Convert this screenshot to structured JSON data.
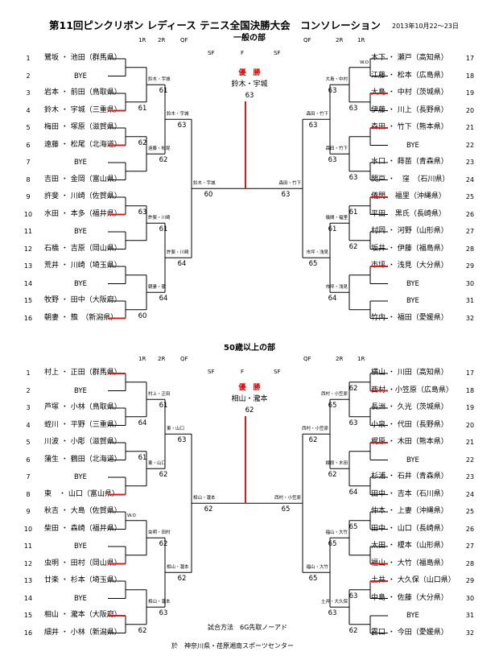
{
  "header": {
    "title": "第11回ピンクリボン レディース テニス全国決勝大会　コンソレーション",
    "date": "2013年10月22～23日"
  },
  "colors": {
    "win": "#d41c1c",
    "line": "#000000"
  },
  "sections": [
    {
      "title": "一般の部",
      "round_labels": {
        "left": [
          "1R",
          "2R",
          "QF"
        ],
        "right": [
          "QF",
          "2R",
          "1R"
        ],
        "center": [
          "SF",
          "F",
          "SF"
        ]
      },
      "left": [
        {
          "seed": "1",
          "name": "鷺坂 ・ 池田（群馬県）"
        },
        {
          "seed": "2",
          "name": "BYE"
        },
        {
          "seed": "3",
          "name": "岩本 ・ 前田（鳥取県）"
        },
        {
          "seed": "4",
          "name": "鈴木 ・ 宇城（三重県）"
        },
        {
          "seed": "5",
          "name": "梅田 ・ 塚原（滋賀県）"
        },
        {
          "seed": "6",
          "name": "遠藤 ・ 松尾（北海道）"
        },
        {
          "seed": "7",
          "name": "BYE"
        },
        {
          "seed": "8",
          "name": "吉田 ・ 金岡（富山県）"
        },
        {
          "seed": "9",
          "name": "許斐 ・ 川崎（佐賀県）"
        },
        {
          "seed": "10",
          "name": "水田 ・ 本多（福井県）"
        },
        {
          "seed": "11",
          "name": "BYE"
        },
        {
          "seed": "12",
          "name": "石橋 ・ 吉原（岡山県）"
        },
        {
          "seed": "13",
          "name": "荒井 ・ 川崎（埼玉県）"
        },
        {
          "seed": "14",
          "name": "BYE"
        },
        {
          "seed": "15",
          "name": "牧野 ・ 田中（大阪府）"
        },
        {
          "seed": "16",
          "name": "朝妻 ・ 籏　（新潟県）"
        }
      ],
      "right": [
        {
          "seed": "17",
          "name": "木下 ・ 瀬戸（高知県）"
        },
        {
          "seed": "18",
          "name": "江藤 ・ 松本（広島県）"
        },
        {
          "seed": "19",
          "name": "大島 ・ 中村（茨城県）"
        },
        {
          "seed": "20",
          "name": "伊藤 ・ 川上（長野県）"
        },
        {
          "seed": "21",
          "name": "森田 ・ 竹下（熊本県）"
        },
        {
          "seed": "22",
          "name": "BYE"
        },
        {
          "seed": "23",
          "name": "水口 ・ 蒔苗（青森県）"
        },
        {
          "seed": "24",
          "name": "関戸 ・　窪　（石川県）"
        },
        {
          "seed": "25",
          "name": "儀間　 福里（沖縄県）"
        },
        {
          "seed": "26",
          "name": "平田　 黒氏（長崎県）"
        },
        {
          "seed": "27",
          "name": "村岡 ・ 河野（山形県）"
        },
        {
          "seed": "28",
          "name": "坂井 ・ 伊藤（福島県）"
        },
        {
          "seed": "29",
          "name": "市坪 ・ 浅見（大分県）"
        },
        {
          "seed": "30",
          "name": "BYE"
        },
        {
          "seed": "31",
          "name": "BYE"
        },
        {
          "seed": "32",
          "name": "竹内 ・ 福田（愛媛県）"
        }
      ],
      "champion_label": "優　勝",
      "champion": "鈴木・宇城",
      "final_score": "63",
      "left_r1": [
        {
          "lb": "",
          "s": ""
        },
        {
          "lb": "",
          "s": "61"
        },
        {
          "lb": "",
          "s": "62"
        },
        {
          "lb": "",
          "s": ""
        },
        {
          "lb": "",
          "s": "63"
        },
        {
          "lb": "",
          "s": ""
        },
        {
          "lb": "",
          "s": ""
        },
        {
          "lb": "",
          "s": "60"
        }
      ],
      "left_r2": [
        {
          "lb": "鈴木・宇城",
          "s": "61"
        },
        {
          "lb": "遠藤・松尾",
          "s": "62"
        },
        {
          "lb": "許斐・川崎",
          "s": "61"
        },
        {
          "lb": "朝妻・籏",
          "s": "64"
        }
      ],
      "left_qf": [
        {
          "lb": "鈴木・宇城",
          "s": "63"
        },
        {
          "lb": "許斐・川崎",
          "s": "64"
        }
      ],
      "left_sf": {
        "lb": "鈴木・宇城",
        "s": "60"
      },
      "right_r1": [
        {
          "lb": "W.O",
          "s": ""
        },
        {
          "lb": "",
          "s": "63"
        },
        {
          "lb": "",
          "s": ""
        },
        {
          "lb": "",
          "s": "63"
        },
        {
          "lb": "",
          "s": "61"
        },
        {
          "lb": "",
          "s": "62"
        },
        {
          "lb": "",
          "s": ""
        },
        {
          "lb": "",
          "s": ""
        }
      ],
      "right_r2": [
        {
          "lb": "大島・中村",
          "s": "63"
        },
        {
          "lb": "森田・竹下",
          "s": "63"
        },
        {
          "lb": "儀間・福里",
          "s": "61"
        },
        {
          "lb": "市坪・浅見",
          "s": "64"
        }
      ],
      "right_qf": [
        {
          "lb": "森田・竹下",
          "s": "63"
        },
        {
          "lb": "市坪・浅見",
          "s": "65"
        }
      ],
      "right_sf": {
        "lb": "森田・竹下",
        "s": "63"
      }
    },
    {
      "title": "50歳以上の部",
      "round_labels": {
        "left": [
          "1R",
          "2R",
          "QF"
        ],
        "right": [
          "QF",
          "2R",
          "1R"
        ],
        "center": [
          "SF",
          "F",
          "SF"
        ]
      },
      "left": [
        {
          "seed": "1",
          "name": "村上 ・ 正田（群馬県）"
        },
        {
          "seed": "2",
          "name": "BYE"
        },
        {
          "seed": "3",
          "name": "芦塚 ・ 小林（鳥取県）"
        },
        {
          "seed": "4",
          "name": "蛭川 ・ 平野（三重県）"
        },
        {
          "seed": "5",
          "name": "川波 ・ 小彫（滋賀県）"
        },
        {
          "seed": "6",
          "name": "蒲生 ・ 鶴田（北海道）"
        },
        {
          "seed": "7",
          "name": "BYE"
        },
        {
          "seed": "8",
          "name": "東　・ 山口（富山県）"
        },
        {
          "seed": "9",
          "name": "秋吉 ・ 大島（佐賀県）"
        },
        {
          "seed": "10",
          "name": "柴田 ・ 森崎（福井県）"
        },
        {
          "seed": "11",
          "name": "BYE"
        },
        {
          "seed": "12",
          "name": "虫明 ・ 田村（岡山県）"
        },
        {
          "seed": "13",
          "name": "廿楽 ・ 杉本（埼玉県）"
        },
        {
          "seed": "14",
          "name": "BYE"
        },
        {
          "seed": "15",
          "name": "相山 ・ 瀧本（大阪府）"
        },
        {
          "seed": "16",
          "name": "細井 ・ 小林（新潟県）"
        }
      ],
      "right": [
        {
          "seed": "17",
          "name": "横山 ・ 川田（高知県）"
        },
        {
          "seed": "18",
          "name": "西村 ・小笠原（広島県）"
        },
        {
          "seed": "19",
          "name": "長洲 ・ 久光（茨城県）"
        },
        {
          "seed": "20",
          "name": "小泉 ・ 代田（長野県）"
        },
        {
          "seed": "21",
          "name": "梶原 ・ 木田（熊本県）"
        },
        {
          "seed": "22",
          "name": "BYE"
        },
        {
          "seed": "23",
          "name": "杉浦 ・ 石井（青森県）"
        },
        {
          "seed": "24",
          "name": "田中 ・ 吉本（石川県）"
        },
        {
          "seed": "25",
          "name": "仲本 ・ 上妻（沖縄県）"
        },
        {
          "seed": "26",
          "name": "田中 ・ 山口（長崎県）"
        },
        {
          "seed": "27",
          "name": "太田 ・ 榎本（山形県）"
        },
        {
          "seed": "28",
          "name": "福山 ・ 大竹（福島県）"
        },
        {
          "seed": "29",
          "name": "土井 ・ 大久保（山口県）"
        },
        {
          "seed": "30",
          "name": "中島 ・ 佐藤（大分県）"
        },
        {
          "seed": "31",
          "name": "BYE"
        },
        {
          "seed": "32",
          "name": "露口 ・ 今田（愛媛県）"
        }
      ],
      "champion_label": "優　勝",
      "champion": "相山・瀧本",
      "final_score": "62",
      "left_r1": [
        {
          "lb": "",
          "s": ""
        },
        {
          "lb": "",
          "s": "64"
        },
        {
          "lb": "",
          "s": "61"
        },
        {
          "lb": "",
          "s": ""
        },
        {
          "lb": "W.O",
          "s": ""
        },
        {
          "lb": "",
          "s": ""
        },
        {
          "lb": "",
          "s": ""
        },
        {
          "lb": "",
          "s": "62"
        }
      ],
      "left_r2": [
        {
          "lb": "村上・正田",
          "s": "61"
        },
        {
          "lb": "東・山口",
          "s": "62"
        },
        {
          "lb": "虫明・田村",
          "s": "62"
        },
        {
          "lb": "相山・瀧本",
          "s": "63"
        }
      ],
      "left_qf": [
        {
          "lb": "東・山口",
          "s": "63"
        },
        {
          "lb": "相山・瀧本",
          "s": "62"
        }
      ],
      "left_sf": {
        "lb": "相山・瀧本",
        "s": "62"
      },
      "right_r1": [
        {
          "lb": "",
          "s": "62"
        },
        {
          "lb": "",
          "s": "63"
        },
        {
          "lb": "",
          "s": ""
        },
        {
          "lb": "",
          "s": "64"
        },
        {
          "lb": "",
          "s": "65"
        },
        {
          "lb": "",
          "s": ""
        },
        {
          "lb": "",
          "s": "63"
        },
        {
          "lb": "",
          "s": "62"
        }
      ],
      "right_r2": [
        {
          "lb": "西村・小笠原",
          "s": "65"
        },
        {
          "lb": "梶原・木田",
          "s": "62"
        },
        {
          "lb": "福山・大竹",
          "s": "65"
        },
        {
          "lb": "土井・大久保",
          "s": "63"
        }
      ],
      "right_qf": [
        {
          "lb": "西村・小笠原",
          "s": "62"
        },
        {
          "lb": "福山・大竹",
          "s": "65"
        }
      ],
      "right_sf": {
        "lb": "西村・小笠原",
        "s": "65"
      }
    }
  ],
  "footer": {
    "method": "試合方法　6G先取ノーアド",
    "venue": "於　神奈川県・荏原湘南スポーツセンター"
  }
}
